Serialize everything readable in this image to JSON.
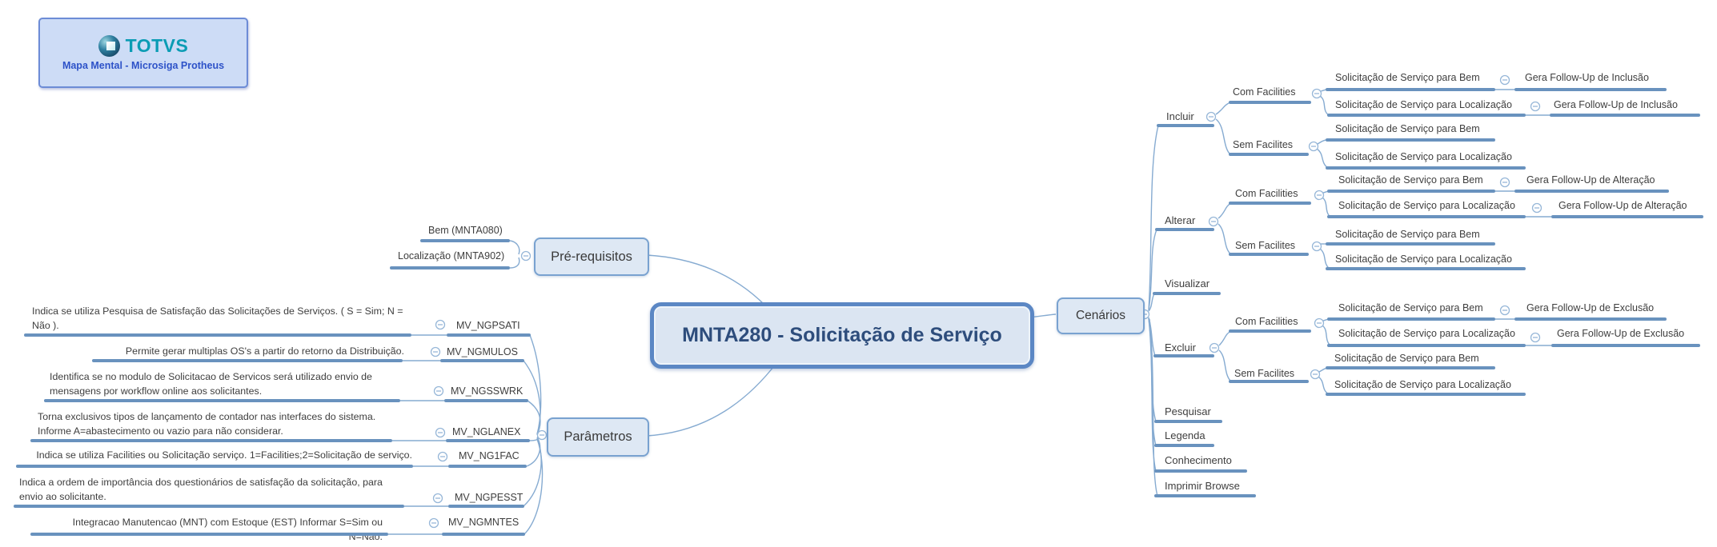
{
  "logo": {
    "brand": "TOTVS",
    "subtitle": "Mapa Mental - Microsiga Protheus"
  },
  "root": {
    "title": "MNTA280 - Solicitação de Serviço"
  },
  "colors": {
    "line": "#6992be",
    "thin_line": "#8db0d4",
    "node_fill": "#dee8f4",
    "node_border": "#79a2d0",
    "root_border": "#5b87c4",
    "root_text": "#2e4d7c",
    "text": "#3e3e3e",
    "brand_teal": "#0b9cb4",
    "logo_blue": "#2d52c8"
  },
  "pre": {
    "label": "Pré-requisitos",
    "items": [
      "Bem (MNTA080)",
      "Localização (MNTA902)"
    ]
  },
  "par": {
    "label": "Parâmetros",
    "items": [
      {
        "desc": "Indica se utiliza Pesquisa de Satisfação das Solicitações de Serviços. ( S = Sim; N = Não ).",
        "code": "MV_NGPSATI"
      },
      {
        "desc": "Permite gerar multiplas OS's a partir do retorno da Distribuição.",
        "code": "MV_NGMULOS"
      },
      {
        "desc": "Identifica se no modulo de Solicitacao de Servicos será utilizado envio de mensagens por workflow online aos solicitantes.",
        "code": "MV_NGSSWRK"
      },
      {
        "desc": "Torna exclusivos tipos de lançamento de contador  nas interfaces do sistema. Informe A=abastecimento ou vazio para não considerar.",
        "code": "MV_NGLANEX"
      },
      {
        "desc": "Indica se utiliza Facilities ou Solicitação  serviço. 1=Facilities;2=Solicitação de serviço.",
        "code": "MV_NG1FAC"
      },
      {
        "desc": "Indica a ordem de importância dos questionários de satisfação da solicitação, para envio ao solicitante.",
        "code": "MV_NGPESST"
      },
      {
        "desc": "Integracao Manutencao (MNT) com Estoque (EST) Informar S=Sim ou N=Nao.",
        "code": "MV_NGMNTES"
      }
    ]
  },
  "cen": {
    "label": "Cenários",
    "incluir": {
      "label": "Incluir",
      "com": "Com Facilities",
      "sem": "Sem Facilites",
      "com_rows": [
        {
          "t": "Solicitação de Serviço para Bem",
          "f": "Gera Follow-Up de Inclusão"
        },
        {
          "t": "Solicitação de Serviço para Localização",
          "f": "Gera Follow-Up de Inclusão"
        }
      ],
      "sem_rows": [
        "Solicitação de Serviço para Bem",
        "Solicitação de Serviço para Localização"
      ]
    },
    "alterar": {
      "label": "Alterar",
      "com": "Com Facilities",
      "sem": "Sem Facilites",
      "com_rows": [
        {
          "t": "Solicitação de Serviço para Bem",
          "f": "Gera Follow-Up de Alteração"
        },
        {
          "t": "Solicitação de Serviço para Localização",
          "f": "Gera Follow-Up de Alteração"
        }
      ],
      "sem_rows": [
        "Solicitação de Serviço para Bem",
        "Solicitação de Serviço para Localização"
      ]
    },
    "visualizar": "Visualizar",
    "excluir": {
      "label": "Excluir",
      "com": "Com Facilities",
      "sem": "Sem Facilites",
      "com_rows": [
        {
          "t": "Solicitação de Serviço para Bem",
          "f": "Gera Follow-Up de Exclusão"
        },
        {
          "t": "Solicitação de Serviço para Localização",
          "f": "Gera Follow-Up de Exclusão"
        }
      ],
      "sem_rows": [
        "Solicitação de Serviço para Bem",
        "Solicitação de Serviço para Localização"
      ]
    },
    "pesquisar": "Pesquisar",
    "legenda": "Legenda",
    "conhecimento": "Conhecimento",
    "imprimir": "Imprimir Browse"
  }
}
